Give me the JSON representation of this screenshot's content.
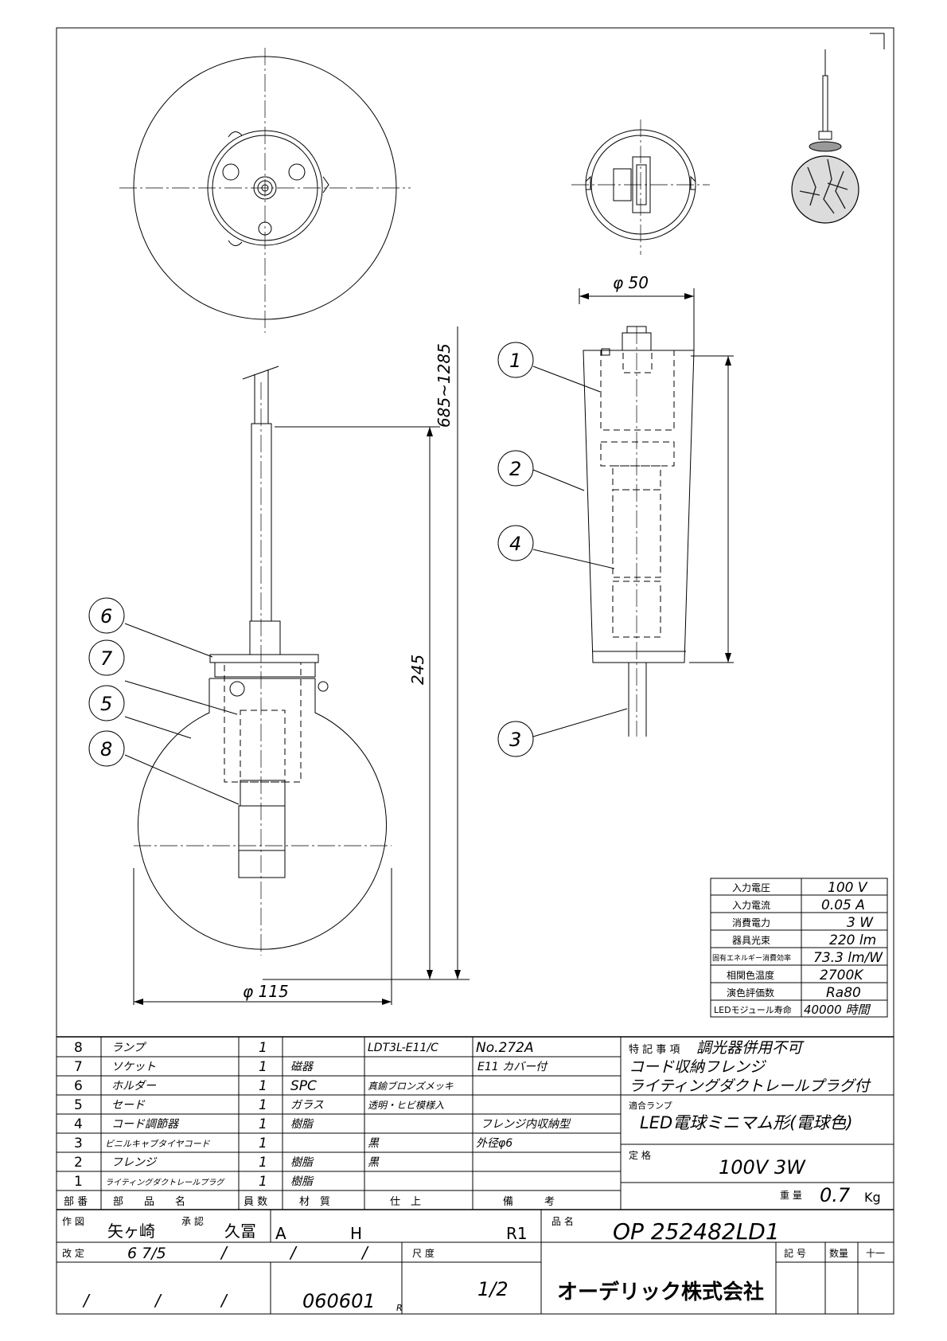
{
  "dimensions": {
    "top_diameter": "φ 50",
    "cord_length": "685~1285",
    "body_height": "245",
    "shade_diameter": "φ 115"
  },
  "callouts": [
    "1",
    "2",
    "3",
    "4",
    "5",
    "6",
    "7",
    "8"
  ],
  "specs": [
    {
      "label": "入力電圧",
      "value": "100 V"
    },
    {
      "label": "入力電流",
      "value": "0.05 A"
    },
    {
      "label": "消費電力",
      "value": "3 W"
    },
    {
      "label": "器具光束",
      "value": "220 lm"
    },
    {
      "label": "固有エネルギー消費効率",
      "value": "73.3 lm/W"
    },
    {
      "label": "相関色温度",
      "value": "2700K"
    },
    {
      "label": "演色評価数",
      "value": "Ra80"
    },
    {
      "label": "LEDモジュール寿命",
      "value": "40000 時間"
    }
  ],
  "parts": [
    {
      "no": "8",
      "name": "ランプ",
      "qty": "1",
      "material": "",
      "finish": "LDT3L-E11/C",
      "note": "No.272A"
    },
    {
      "no": "7",
      "name": "ソケット",
      "qty": "1",
      "material": "磁器",
      "finish": "",
      "note": "E11 カバー付"
    },
    {
      "no": "6",
      "name": "ホルダー",
      "qty": "1",
      "material": "SPC",
      "finish": "真鍮ブロンズメッキ",
      "note": ""
    },
    {
      "no": "5",
      "name": "セード",
      "qty": "1",
      "material": "ガラス",
      "finish": "透明・ヒビ模様入",
      "note": ""
    },
    {
      "no": "4",
      "name": "コード調節器",
      "qty": "1",
      "material": "樹脂",
      "finish": "",
      "note": "フレンジ内収納型"
    },
    {
      "no": "3",
      "name": "ビニルキャブタイヤコード",
      "qty": "1",
      "material": "",
      "finish": "黒",
      "note": "外径φ6"
    },
    {
      "no": "2",
      "name": "フレンジ",
      "qty": "1",
      "material": "樹脂",
      "finish": "黒",
      "note": ""
    },
    {
      "no": "1",
      "name": "ライティングダクトレールプラグ",
      "qty": "1",
      "material": "樹脂",
      "finish": "",
      "note": ""
    }
  ],
  "parts_header": {
    "no": "部 番",
    "name": "部　　品　　名",
    "qty": "員 数",
    "material": "材　質",
    "finish": "仕　上",
    "note": "備　　　考"
  },
  "notes": {
    "title_label": "特 記 事 項",
    "title_value": "調光器併用不可",
    "line2": "コード収納フレンジ",
    "line3": "ライティングダクトレールプラグ付",
    "lamp_label": "適合ランプ",
    "lamp_value": "LED電球ミニマム形(電球色)",
    "rating_label": "定 格",
    "rating_value": "100V  3W",
    "weight_label": "重 量",
    "weight_value": "0.7",
    "weight_unit": "Kg"
  },
  "titleblock": {
    "drawn_label": "作 図",
    "drawn_by": "矢ヶ崎",
    "approved_label": "承 認",
    "approved_by": "久冨",
    "rev_a": "A",
    "rev_h": "H",
    "rev_r": "R1",
    "product_label": "品 名",
    "product_code": "OP 252482LD1",
    "revised_label": "改 定",
    "revised_date": "6 7/5",
    "slash": "/",
    "scale_label": "尺 度",
    "scale_value": "1/2",
    "code_label": "記 号",
    "count_label": "数量",
    "count_value": "十一",
    "drawing_no": "060601",
    "drawing_suffix": "R",
    "company": "オーデリック株式会社"
  }
}
